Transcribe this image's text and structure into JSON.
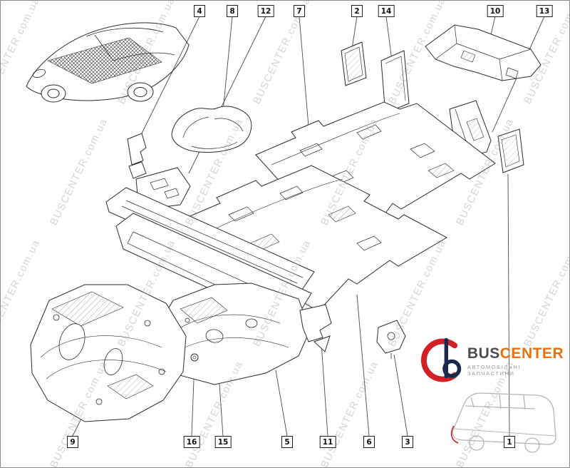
{
  "callouts": [
    {
      "label": "4"
    },
    {
      "label": "8"
    },
    {
      "label": "12"
    },
    {
      "label": "7"
    },
    {
      "label": "2"
    },
    {
      "label": "14"
    },
    {
      "label": "10"
    },
    {
      "label": "13"
    },
    {
      "label": "9"
    },
    {
      "label": "16"
    },
    {
      "label": "15"
    },
    {
      "label": "5"
    },
    {
      "label": "11"
    },
    {
      "label": "6"
    },
    {
      "label": "3"
    },
    {
      "label": "1"
    }
  ],
  "watermark": {
    "text": "BUSCENTER.com.ua"
  },
  "logo": {
    "bus": "BUS",
    "center": "CENTER",
    "subtitle": "АВТОМОБІЛЬНІ ЗАПЧАСТИНИ",
    "colors": {
      "red": "#d12026",
      "navy": "#1b2a4a",
      "orange": "#e8720f"
    }
  }
}
